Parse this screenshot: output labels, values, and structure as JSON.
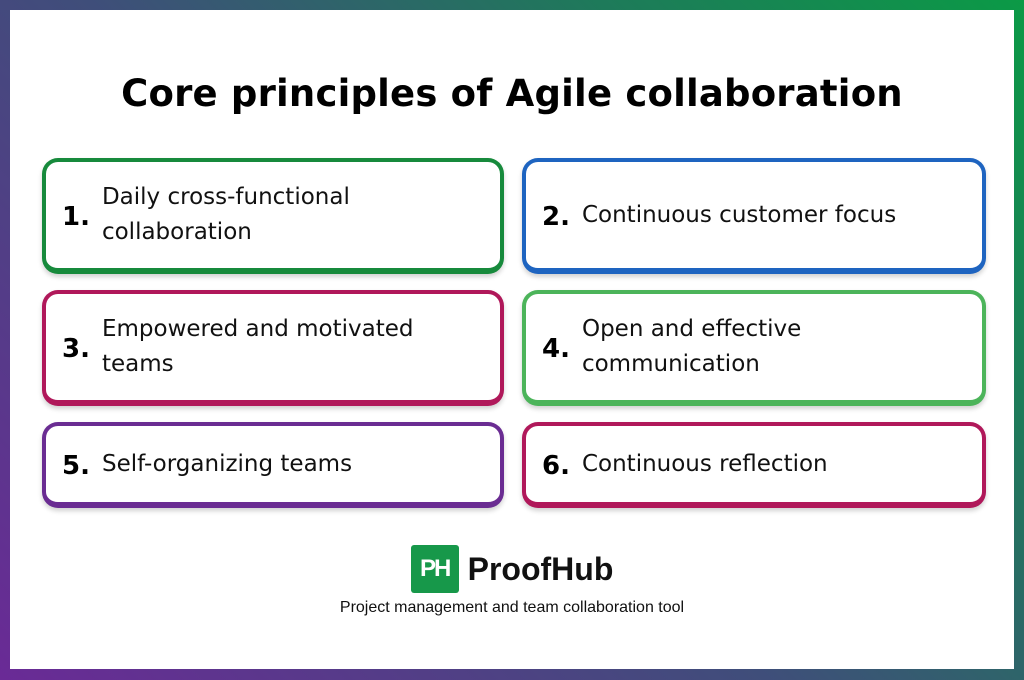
{
  "title": "Core principles of Agile collaboration",
  "colors": {
    "frame_gradient": [
      "#6a2a96",
      "#3f4e7a",
      "#1e7a5a",
      "#0b9a46"
    ],
    "logo_green": "#17984a"
  },
  "principles": [
    {
      "number": "1.",
      "text": "Daily cross-functional collaboration",
      "border_color": "#178a3c"
    },
    {
      "number": "2.",
      "text": "Continuous customer focus",
      "border_color": "#1e64c0"
    },
    {
      "number": "3.",
      "text": "Empowered and motivated teams",
      "border_color": "#b0185a"
    },
    {
      "number": "4.",
      "text": "Open and effective communication",
      "border_color": "#4cb45a"
    },
    {
      "number": "5.",
      "text": "Self-organizing teams",
      "border_color": "#6a2c92"
    },
    {
      "number": "6.",
      "text": "Continuous reflection",
      "border_color": "#b0185a"
    }
  ],
  "brand": {
    "logo_mark": "PH",
    "name": "ProofHub",
    "tagline": "Project management and team collaboration tool"
  }
}
